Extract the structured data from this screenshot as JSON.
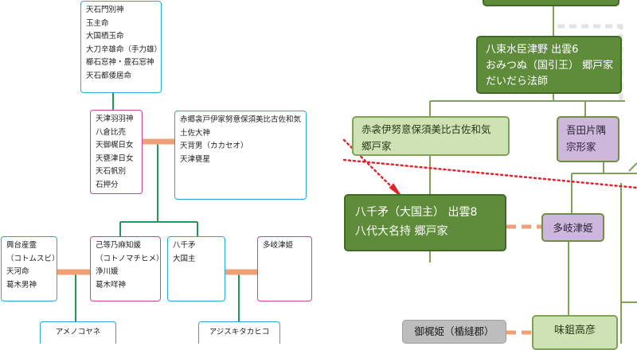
{
  "left_panel": {
    "top_box": [
      "天石門別神",
      "玉主命",
      "大国栖玉命",
      "大刀辛雄命（手力雄）",
      "櫛石窓神・豊石窓神",
      "天石都倭居命"
    ],
    "pink_middle": [
      "天津羽羽神",
      "八倉比売",
      "天御梶日女",
      "天甕津日女",
      "天石帆別",
      "石押分"
    ],
    "right_middle": [
      "赤郷衾戸伊家努意保須美比古佐和気",
      "土佐大神",
      "天背男（カカセオ）",
      "天津甕星"
    ],
    "left_bottom": [
      "興台産霊",
      "（コトムスビ）",
      "天河命",
      "葛木男神"
    ],
    "center_bottom": [
      "己等乃麻知媛",
      "（コトノマチヒメ）",
      "浄川媛",
      "葛木咩神"
    ],
    "yachihoko_box": [
      "八千矛",
      "大国主"
    ],
    "takitsuhime_box": [
      "多岐津姫"
    ],
    "child_left": "アメノコヤネ",
    "child_right": "アジスキタカヒコ"
  },
  "right_panel": {
    "yatsuka": [
      "八束水臣津野 出雲6",
      "おみつぬ（国引王） 郷戸家",
      "だいだら法師"
    ],
    "akago": [
      "赤衾伊努意保須美比古佐和気",
      "郷戸家"
    ],
    "yoshida": [
      "吾田片隅",
      "宗形家"
    ],
    "yachihoko": [
      "八千矛（大国主） 出雲8",
      "八代大名持 郷戸家"
    ],
    "takitsuhime": "多岐津姫",
    "mikaji": "御梶姫（楯縫郡）",
    "ajisuki": "味鉏高彦"
  },
  "colors": {
    "blue_border": "#2aa7d6",
    "pink_border": "#cc3f9a",
    "connector_green": "#1a9a56",
    "marriage_orange": "#f0a077",
    "dark_green": "#5f8c3a",
    "light_green": "#cfe2b4",
    "purple": "#cdb8dc",
    "grey": "#bdbdbd",
    "red_dotted": "#e0242e"
  }
}
